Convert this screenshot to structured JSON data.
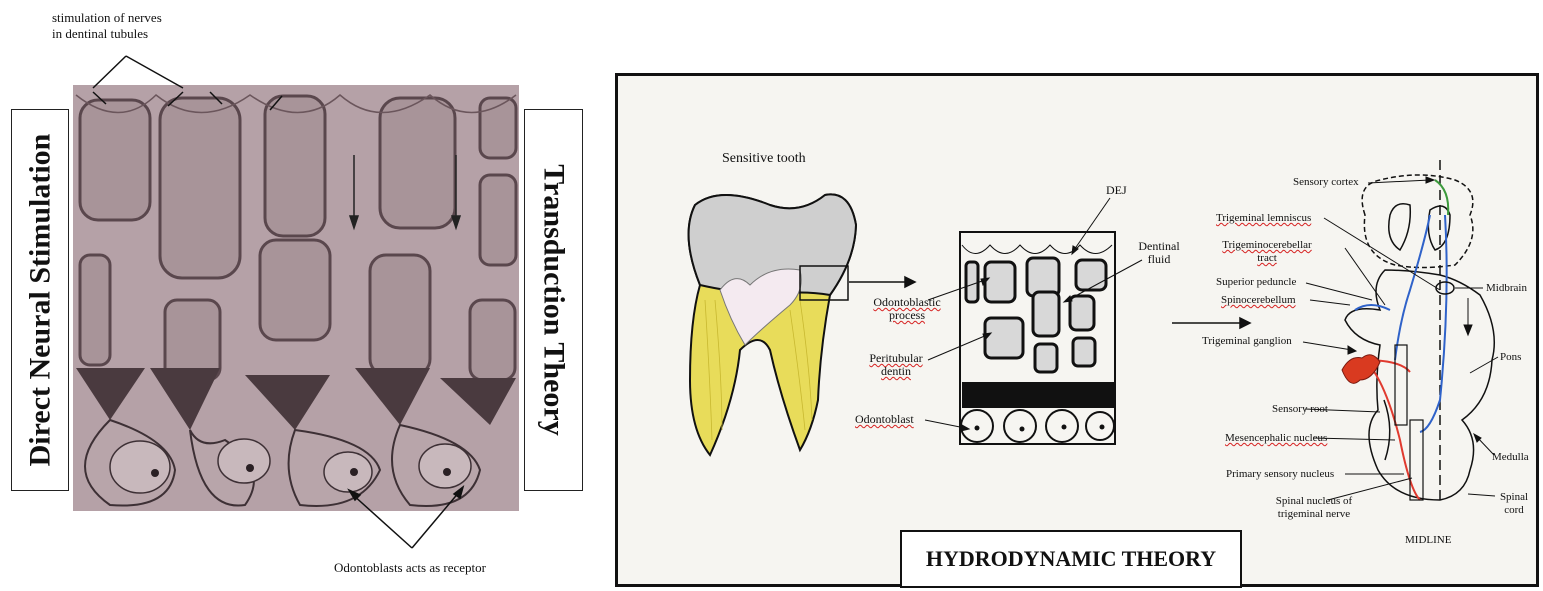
{
  "left_panel": {
    "top_annotation": "stimulation of nerves\nin dentinal tubules",
    "bottom_annotation": "Odontoblasts acts as receptor",
    "left_label": "Direct Neural Stimulation",
    "right_label": "Transduction Theory"
  },
  "right_panel": {
    "title": "HYDRODYNAMIC THEORY",
    "tooth": {
      "label": "Sensitive tooth"
    },
    "dentin_labels": {
      "dej": "DEJ",
      "dentinal_fluid": "Dentinal fluid",
      "odontoblastic_process": "Odontoblastic process",
      "peritubular_dentin": "Peritubular dentin",
      "odontoblast": "Odontoblast"
    },
    "pathway_labels": {
      "sensory_cortex": "Sensory cortex",
      "trigeminal_lemniscus": "Trigeminal lemniscus",
      "trigeminocerebellar_tract": "Trigeminocerebellar tract",
      "superior_peduncle": "Superior peduncle",
      "spinocerebellum": "Spinocerebellum",
      "trigeminal_ganglion": "Trigeminal ganglion",
      "sensory_root": "Sensory root",
      "mesencephalic_nucleus": "Mesencephalic nucleus",
      "primary_sensory_nucleus": "Primary sensory nucleus",
      "spinal_nucleus": "Spinal nucleus of trigeminal nerve",
      "midbrain": "Midbrain",
      "pons": "Pons",
      "medulla": "Medulla",
      "spinal_cord": "Spinal cord",
      "midline": "MIDLINE"
    },
    "colors": {
      "nerve_red": "#e03a2f",
      "tract_blue": "#2f62c9",
      "tract_green": "#3c9a3c",
      "tooth_yellow": "#e8dc5a"
    }
  }
}
